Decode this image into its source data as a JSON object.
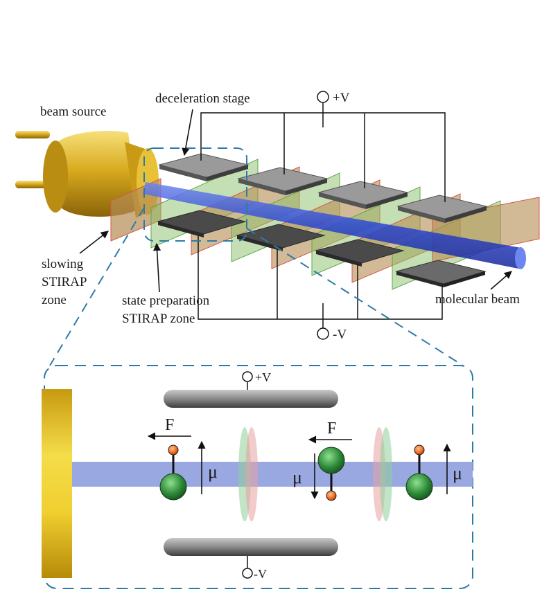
{
  "top": {
    "labels": {
      "beam_source": "beam source",
      "deceleration_stage": "deceleration stage",
      "plus_v": "+V",
      "minus_v": "-V",
      "slowing_1": "slowing",
      "slowing_2": "STIRAP",
      "slowing_3": "zone",
      "state_prep_1": "state preparation",
      "state_prep_2": "STIRAP zone",
      "molecular_beam": "molecular beam"
    }
  },
  "inset": {
    "labels": {
      "plus_v": "+V",
      "minus_v": "-V",
      "force_1": "F",
      "force_2": "F",
      "mu_1": "μ",
      "mu_2": "μ",
      "mu_3": "μ"
    }
  },
  "colors": {
    "gold": "#d4a818",
    "beam": "#2f4fd8",
    "beam_light": "#9aa8e2",
    "electrode": "#7f7f7f",
    "plate_tan": "#b58c52",
    "plate_green": "#7db86a",
    "atom_green": "#2e8b3a",
    "atom_orange": "#f07020",
    "dash": "#2c7aa8"
  }
}
